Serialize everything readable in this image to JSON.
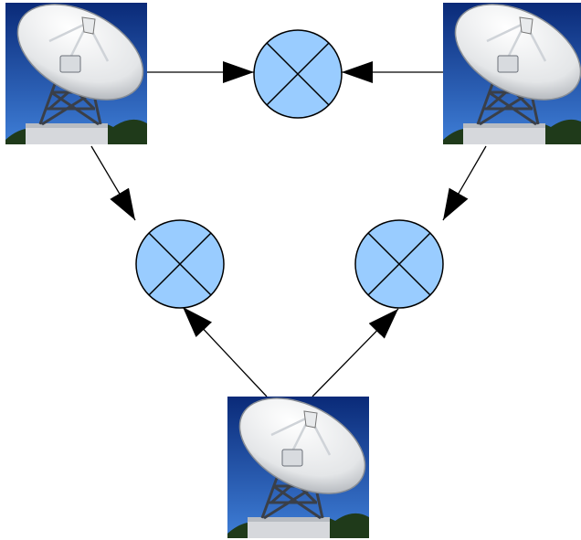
{
  "diagram": {
    "antennas": [
      {
        "id": "antenna-top-left",
        "icon": "radio-telescope-dish"
      },
      {
        "id": "antenna-top-right",
        "icon": "radio-telescope-dish"
      },
      {
        "id": "antenna-bottom",
        "icon": "radio-telescope-dish"
      }
    ],
    "correlators": [
      {
        "id": "correlator-top",
        "icon": "multiplier-circle-x",
        "inputs": [
          "antenna-top-left",
          "antenna-top-right"
        ]
      },
      {
        "id": "correlator-left",
        "icon": "multiplier-circle-x",
        "inputs": [
          "antenna-top-left",
          "antenna-bottom"
        ]
      },
      {
        "id": "correlator-right",
        "icon": "multiplier-circle-x",
        "inputs": [
          "antenna-top-right",
          "antenna-bottom"
        ]
      }
    ],
    "colors": {
      "correlator_fill": "#99ccff",
      "sky_top": "#0a2a78",
      "sky_bottom": "#3f7fd8",
      "dish": "#f1f2f2",
      "tower": "#3a3f48",
      "foliage": "#1f3a1a",
      "stroke": "#000000"
    }
  }
}
